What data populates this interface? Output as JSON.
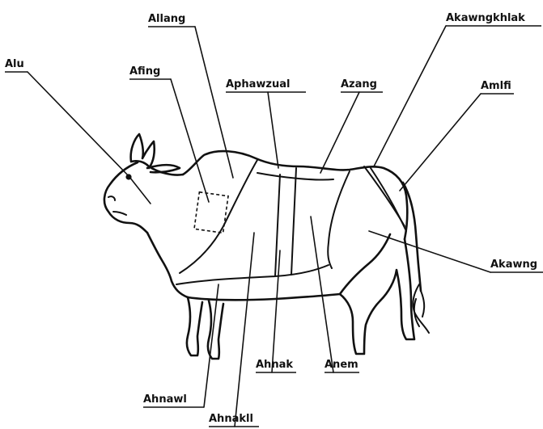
{
  "diagram": {
    "labels": {
      "alu": "Alu",
      "afing": "Afing",
      "allang": "Allang",
      "aphawzual": "Aphawzual",
      "azang": "Azang",
      "akawngkhlak": "Akawngkhlak",
      "amlfi": "Amlfi",
      "akawng": "Akawng",
      "ahnak": "Ahnak",
      "anem": "Anem",
      "ahnawl": "Ahnawl",
      "ahnakll": "Ahnakll"
    }
  }
}
